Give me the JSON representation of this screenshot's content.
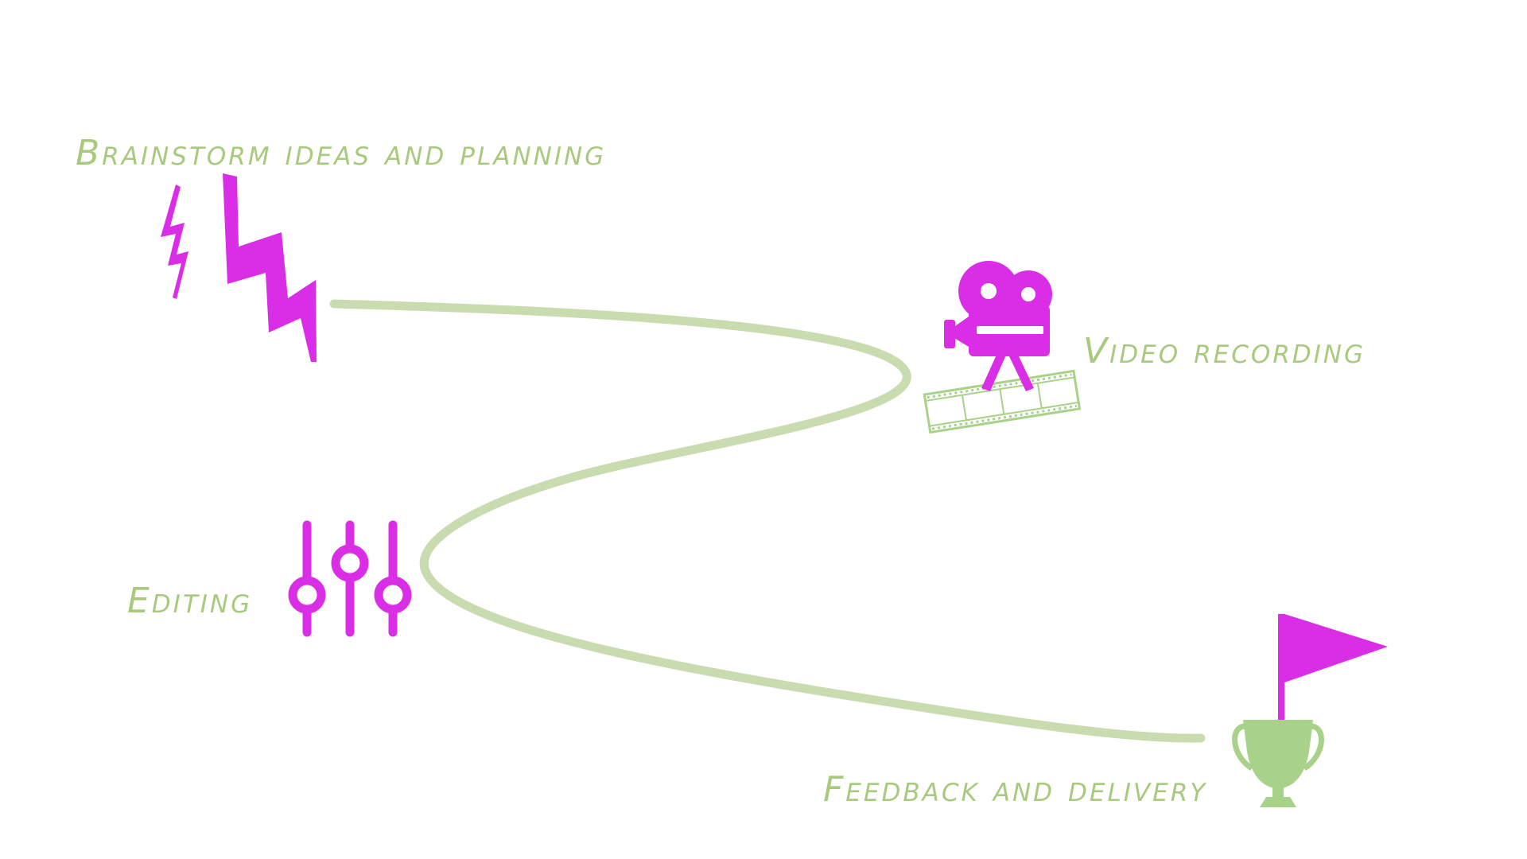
{
  "colors": {
    "accent": "#d92ee6",
    "label": "#a8c97e",
    "path": "#c9dcb0",
    "trophy": "#a8d18a",
    "background": "#ffffff"
  },
  "steps": [
    {
      "label": "Brainstorm ideas and planning",
      "icon": "lightning-bolts-icon"
    },
    {
      "label": "Video recording",
      "icon": "film-camera-icon"
    },
    {
      "label": "Editing",
      "icon": "equalizer-sliders-icon"
    },
    {
      "label": "Feedback and delivery",
      "icon": "trophy-flag-icon"
    }
  ]
}
